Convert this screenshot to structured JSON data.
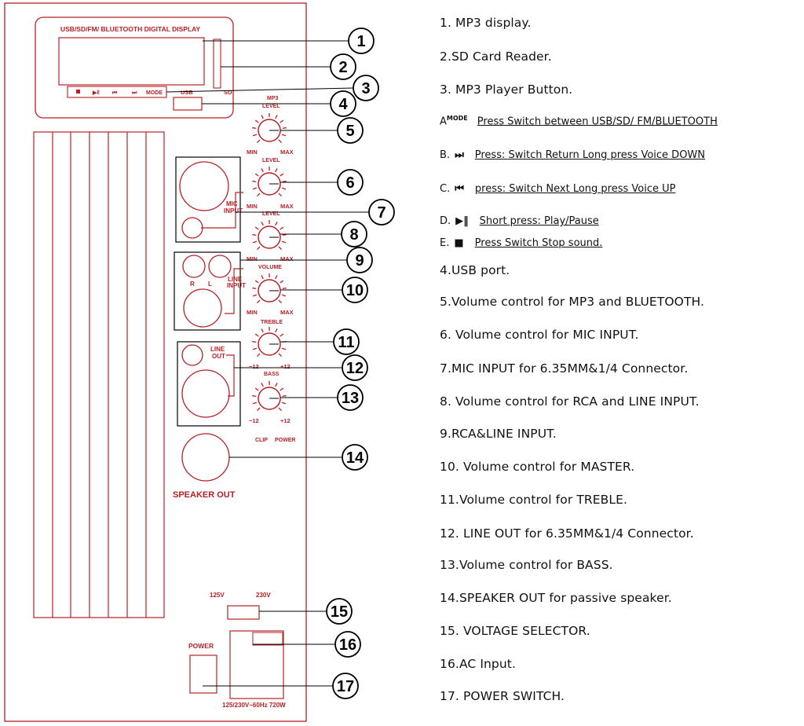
{
  "panel": {
    "display_title": "USB/SD/FM/ BLUETOOTH DIGITAL DISPLAY",
    "mode_label": "MODE",
    "usb_label": "USB",
    "sd_label": "SD",
    "mp3_level_line1": "MP3",
    "level_label": "LEVEL",
    "min_label": "MIN",
    "max_label": "MAX",
    "mic_input_line1": "MIC",
    "mic_input_line2": "INPUT",
    "line_input_line1": "LINE",
    "line_input_line2": "INPUT",
    "r_label": "R",
    "l_label": "L",
    "volume_label": "VOLUME",
    "treble_label": "TREBLE",
    "bass_label": "BASS",
    "minus12_label": "−12",
    "plus12_label": "+12",
    "line_out_line1": "LINE",
    "line_out_line2": "OUT",
    "clip_label": "CLIP",
    "power_led_label": "POWER",
    "speaker_out_label": "SPEAKER OUT",
    "v125_label": "125V",
    "v230_label": "230V",
    "power_label": "POWER",
    "ac_rating": "125/230V~60Hz 720W"
  },
  "callouts": [
    "1",
    "2",
    "3",
    "4",
    "5",
    "6",
    "7",
    "8",
    "9",
    "10",
    "11",
    "12",
    "13",
    "14",
    "15",
    "16",
    "17"
  ],
  "legend": {
    "item1": "1. MP3 display.",
    "item2": "2.SD Card Reader.",
    "item3": "3. MP3 Player Button.",
    "subA": {
      "letter": "A",
      "symbol": "MODE",
      "desc": "Press Switch between USB/SD/ FM/BLUETOOTH"
    },
    "subB": {
      "letter": "B.",
      "symbol": "⏭",
      "desc": "Press: Switch Return    Long press Voice DOWN"
    },
    "subC": {
      "letter": "C.",
      "symbol": "⏮",
      "desc": "press: Switch Next      Long press Voice  UP"
    },
    "subD": {
      "letter": "D.",
      "symbol": "▶‖",
      "desc": "Short press: Play/Pause"
    },
    "subE": {
      "letter": "E.",
      "symbol": "■",
      "desc": "Press Switch    Stop sound."
    },
    "item4": "4.USB port.",
    "item5": "5.Volume control for MP3 and BLUETOOTH.",
    "item6": "6. Volume control for MIC INPUT.",
    "item7": "7.MIC INPUT for 6.35MM&1/4 Connector.",
    "item8": "8.  Volume control for RCA and LINE INPUT.",
    "item9": "9.RCA&LINE INPUT.",
    "item10": "10. Volume control for MASTER.",
    "item11": "11.Volume control for TREBLE.",
    "item12": "12. LINE OUT for 6.35MM&1/4 Connector.",
    "item13": "13.Volume control for BASS.",
    "item14": "14.SPEAKER OUT for passive speaker.",
    "item15": "15. VOLTAGE SELECTOR.",
    "item16": "16.AC Input.",
    "item17": "17. POWER SWITCH."
  }
}
